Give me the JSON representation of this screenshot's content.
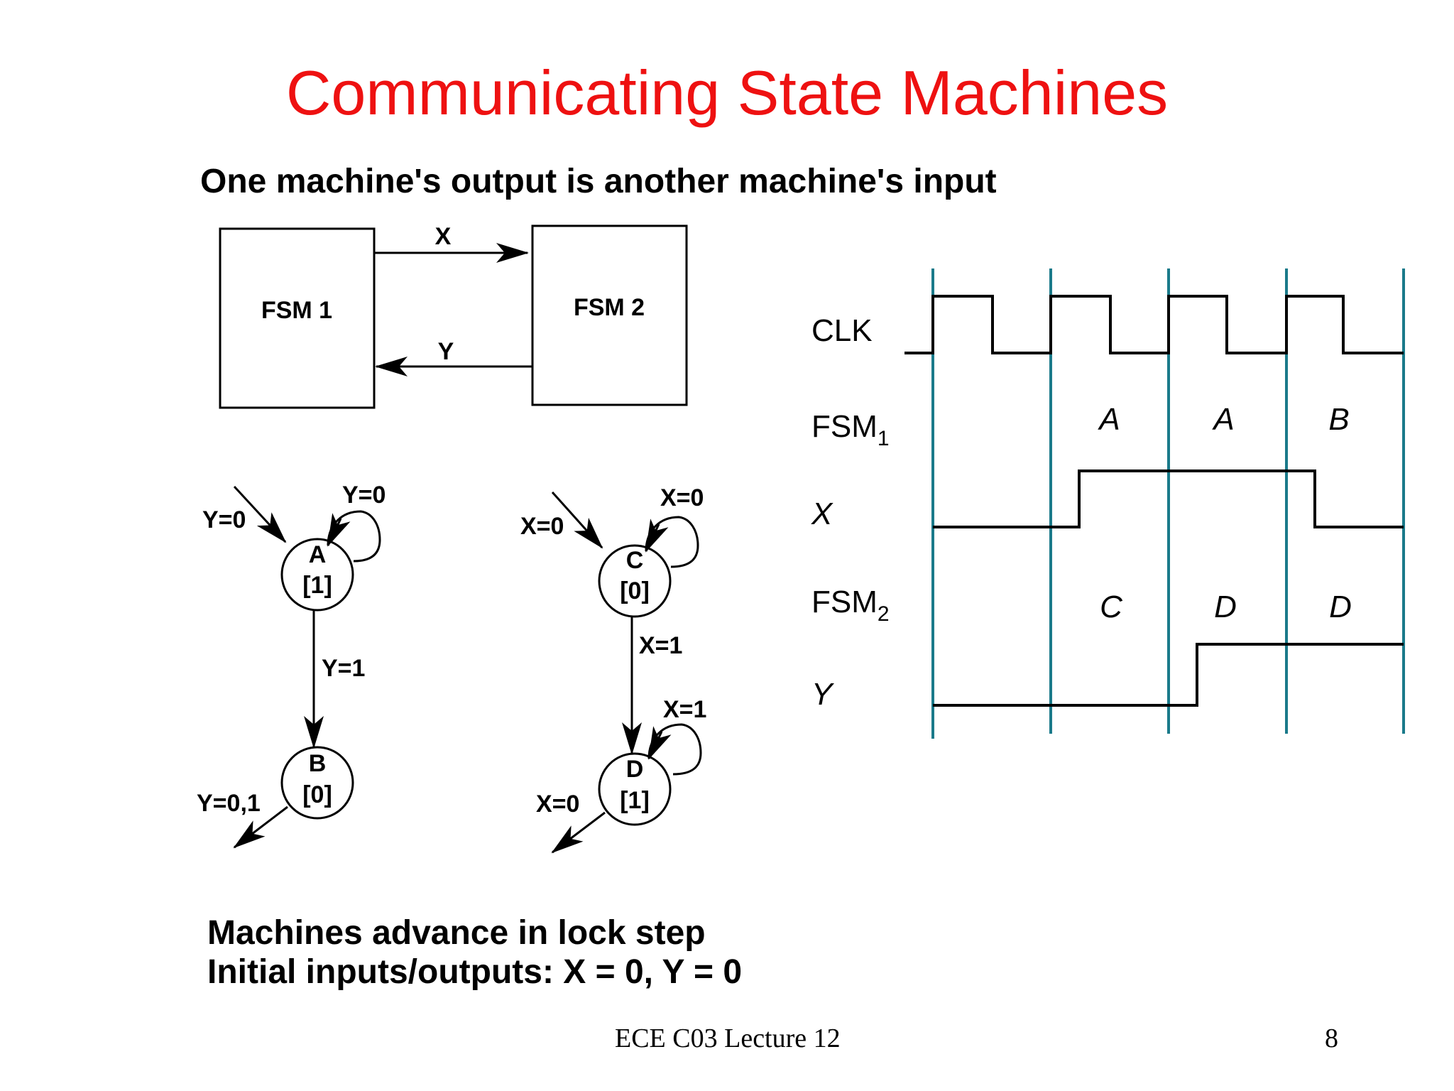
{
  "slide": {
    "title": "Communicating State Machines",
    "subtitle": "One machine's output is another machine's input",
    "notes": [
      "Machines advance in lock step",
      "Initial inputs/outputs: X = 0, Y = 0"
    ],
    "footer": "ECE C03 Lecture 12",
    "page_number": "8"
  },
  "block_diagram": {
    "fsm1_label": "FSM 1",
    "fsm2_label": "FSM 2",
    "x_signal": "X",
    "y_signal": "Y"
  },
  "fsm1": {
    "state_a": {
      "name": "A",
      "output": "[1]"
    },
    "state_b": {
      "name": "B",
      "output": "[0]"
    },
    "entry_label": "Y=0",
    "self_loop_label": "Y=0",
    "transition_label": "Y=1",
    "exit_label": "Y=0,1"
  },
  "fsm2": {
    "state_c": {
      "name": "C",
      "output": "[0]"
    },
    "state_d": {
      "name": "D",
      "output": "[1]"
    },
    "entry_label": "X=0",
    "self_loop_c_label": "X=0",
    "transition_label": "X=1",
    "self_loop_d_label": "X=1",
    "exit_label": "X=0"
  },
  "timing": {
    "clk_label": "CLK",
    "fsm1_label": "FSM",
    "fsm1_sub": "1",
    "x_label": "X",
    "fsm2_label": "FSM",
    "fsm2_sub": "2",
    "y_label": "Y",
    "fsm1_states": [
      "A",
      "A",
      "B"
    ],
    "fsm2_states": [
      "C",
      "D",
      "D"
    ],
    "line_color": "#1a7a8a"
  }
}
